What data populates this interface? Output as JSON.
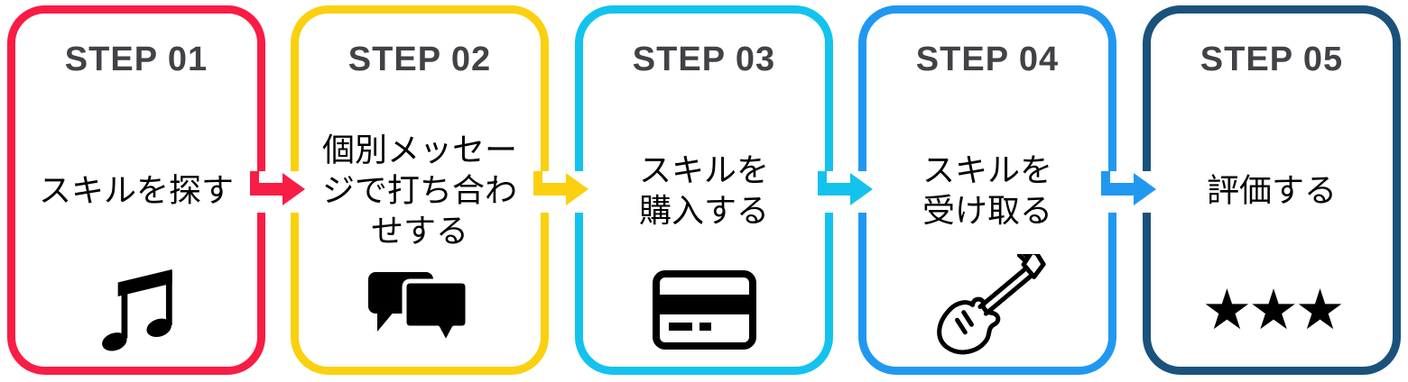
{
  "flow": {
    "step_label_color": "#414146",
    "text_color": "#000000",
    "icon_color": "#000000",
    "background_color": "#ffffff",
    "steps": [
      {
        "step_label": "STEP 01",
        "title_lines": [
          "スキルを探す"
        ],
        "icon": "music-note-icon",
        "color": "#f91c45"
      },
      {
        "step_label": "STEP 02",
        "title_lines": [
          "個別メッセー",
          "ジで打ち合わ",
          "せする"
        ],
        "icon": "chat-bubbles-icon",
        "color": "#fbd00f"
      },
      {
        "step_label": "STEP 03",
        "title_lines": [
          "スキルを",
          "購入する"
        ],
        "icon": "credit-card-icon",
        "color": "#14c2ee"
      },
      {
        "step_label": "STEP 04",
        "title_lines": [
          "スキルを",
          "受け取る"
        ],
        "icon": "electric-guitar-icon",
        "color": "#2198f0"
      },
      {
        "step_label": "STEP 05",
        "title_lines": [
          "評価する"
        ],
        "icon": "star-rating-icon",
        "color": "#1a527c",
        "rating_stars": "★★★"
      }
    ],
    "arrows": [
      {
        "color": "#f91c45"
      },
      {
        "color": "#fbd00f"
      },
      {
        "color": "#14c2ee"
      },
      {
        "color": "#2198f0"
      }
    ]
  }
}
